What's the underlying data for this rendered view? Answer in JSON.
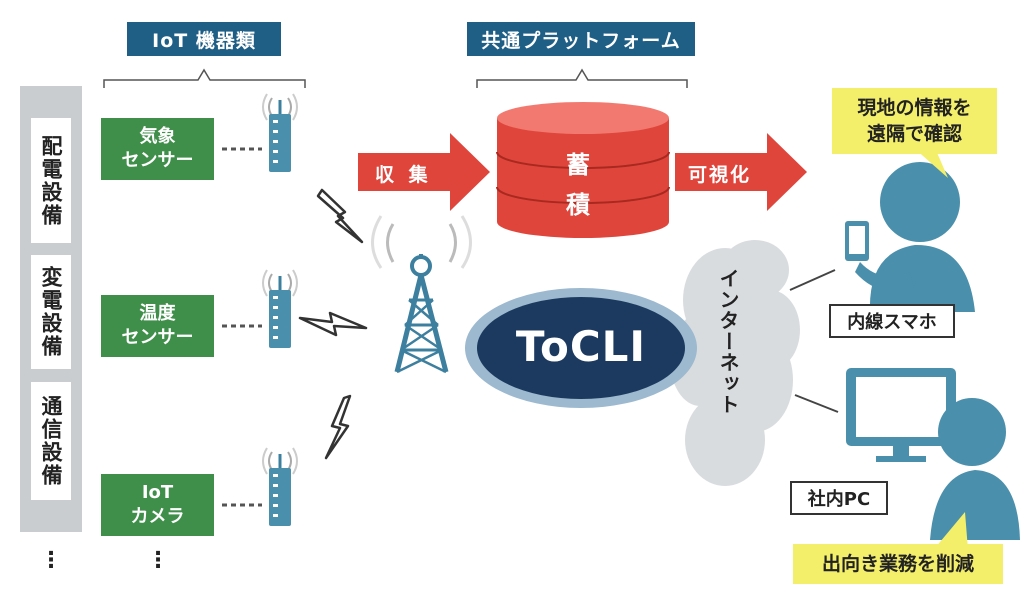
{
  "headers": {
    "iot_devices": "IoT 機器類",
    "platform": "共通プラットフォーム"
  },
  "facilities": [
    "配電設備",
    "変電設備",
    "通信設備"
  ],
  "sensors": [
    {
      "line1": "気象",
      "line2": "センサー"
    },
    {
      "line1": "温度",
      "line2": "センサー"
    },
    {
      "line1": "IoT",
      "line2": "カメラ"
    }
  ],
  "continuation": "⋮",
  "flow": {
    "collect": "収 集",
    "visualize": "可視化"
  },
  "database": {
    "char1": "蓄",
    "char2": "積"
  },
  "network": {
    "name": "ToCLI",
    "internet": "インターネット"
  },
  "devices": {
    "smartphone": "内線スマホ",
    "pc": "社内PC"
  },
  "callouts": {
    "top": {
      "line1": "現地の情報を",
      "line2": "遠隔で確認"
    },
    "bottom": "出向き業務を削減"
  },
  "colors": {
    "header_blue": "#1f5f86",
    "sensor_green": "#3f8f4b",
    "storage_red": "#e0453c",
    "person_blue": "#4a8fab",
    "callout_yellow": "#f3ef6a",
    "tocli_navy": "#1c3a5f"
  }
}
